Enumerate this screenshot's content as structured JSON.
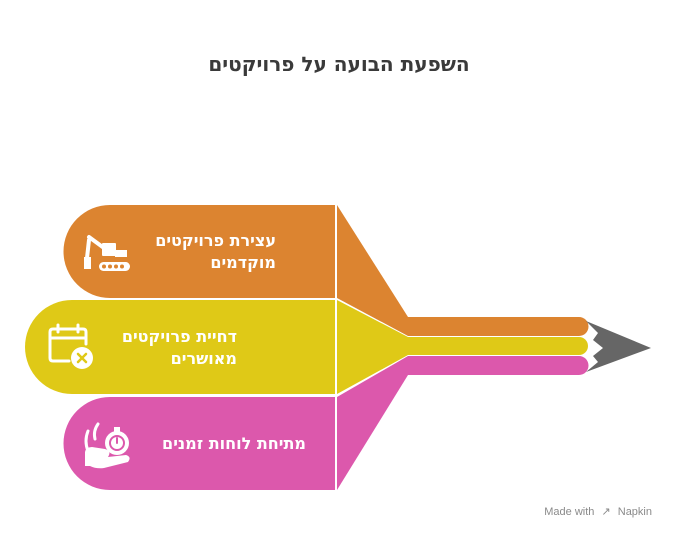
{
  "title": "השפעת הבועה על פרויקטים",
  "items": [
    {
      "label_line1": "עצירת פרויקטים",
      "label_line2": "מוקדמים",
      "icon": "excavator-icon",
      "color": "#DC8430"
    },
    {
      "label_line1": "דחיית פרויקטים",
      "label_line2": "מאושרים",
      "icon": "calendar-cancel-icon",
      "color": "#DFC917"
    },
    {
      "label_line1": "מתיחת לוחות זמנים",
      "label_line2": "",
      "icon": "stopwatch-hand-icon",
      "color": "#DC58AC"
    }
  ],
  "pencil_tip_color": "#666666",
  "footer": {
    "made_with": "Made with",
    "brand": "Napkin"
  }
}
